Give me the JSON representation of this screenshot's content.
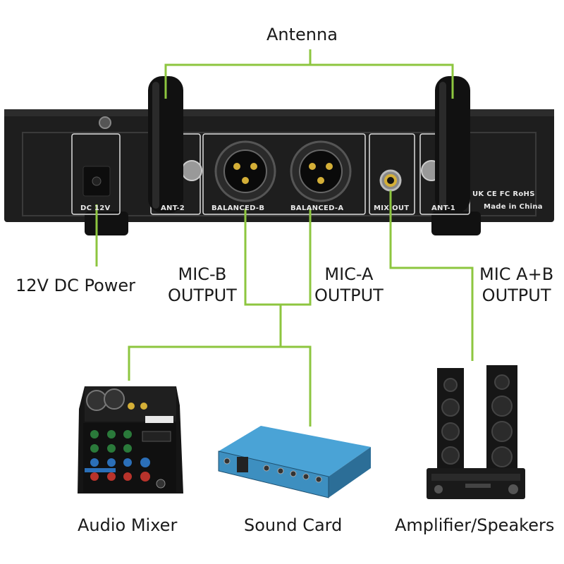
{
  "labels": {
    "antenna": "Antenna",
    "dc_power": "12V DC Power",
    "mic_b": [
      "MIC-B",
      "OUTPUT"
    ],
    "mic_a": [
      "MIC-A",
      "OUTPUT"
    ],
    "mic_ab": [
      "MIC A+B",
      "OUTPUT"
    ],
    "audio_mixer": "Audio Mixer",
    "sound_card": "Sound Card",
    "amp_speakers": "Amplifier/Speakers"
  },
  "panel": {
    "dc": "DC 12V",
    "ant2": "ANT-2",
    "bal_b": "BALANCED-B",
    "bal_a": "BALANCED-A",
    "mix_out": "MIX OUT",
    "ant1": "ANT-1",
    "cert": "UK CE FC RoHS",
    "made": "Made in China"
  },
  "colors": {
    "connector_line": "#8dc63f",
    "panel_body": "#1e1e1e",
    "panel_label": "#e8e8e8",
    "sound_card_blue": "#3d8fc0"
  }
}
